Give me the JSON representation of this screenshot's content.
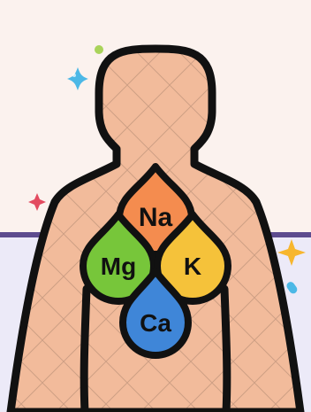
{
  "colors": {
    "background_top": "#fbf2ee",
    "background_bottom": "#eceaf8",
    "horizon_line": "#5d4b8e",
    "outline": "#111111",
    "skin": "#f2bb9b",
    "na": "#f48c4f",
    "mg": "#77c63a",
    "k": "#f5c23a",
    "ca": "#3f86d8",
    "sparkle_blue": "#4cb8e6",
    "sparkle_red": "#e34b60",
    "sparkle_yellow": "#f7b62e",
    "dot_green": "#a9d35a"
  },
  "drops": {
    "na": {
      "label": "Na",
      "element": "sodium"
    },
    "mg": {
      "label": "Mg",
      "element": "magnesium"
    },
    "k": {
      "label": "K",
      "element": "potassium"
    },
    "ca": {
      "label": "Ca",
      "element": "calcium"
    }
  },
  "decorations": [
    "plus-sparkle",
    "four-point-star-red",
    "four-point-star-yellow",
    "green-dot",
    "blue-capsule"
  ]
}
